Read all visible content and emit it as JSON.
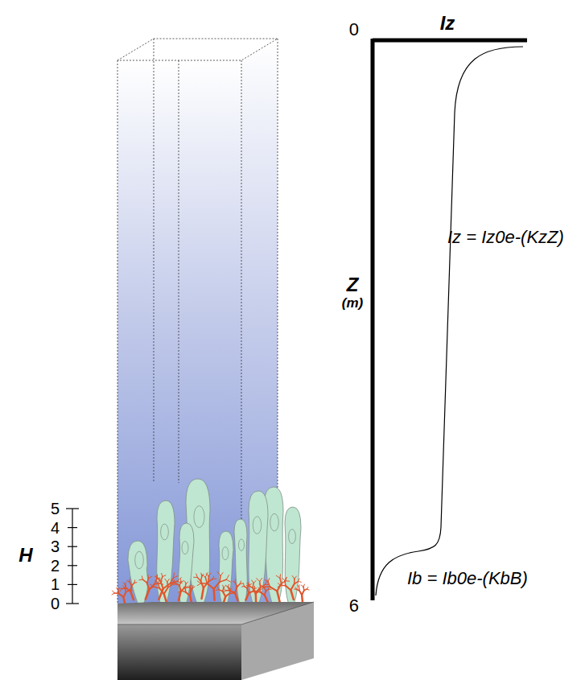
{
  "diagram": {
    "labels": [
      "Iz",
      "0",
      "Z",
      "(m)",
      "6",
      "Iz = Iz0e-(KzZ)",
      "Ib = Ib0e-(KbB)",
      "H",
      "5",
      "4",
      "3",
      "2",
      "1",
      "0"
    ]
  }
}
